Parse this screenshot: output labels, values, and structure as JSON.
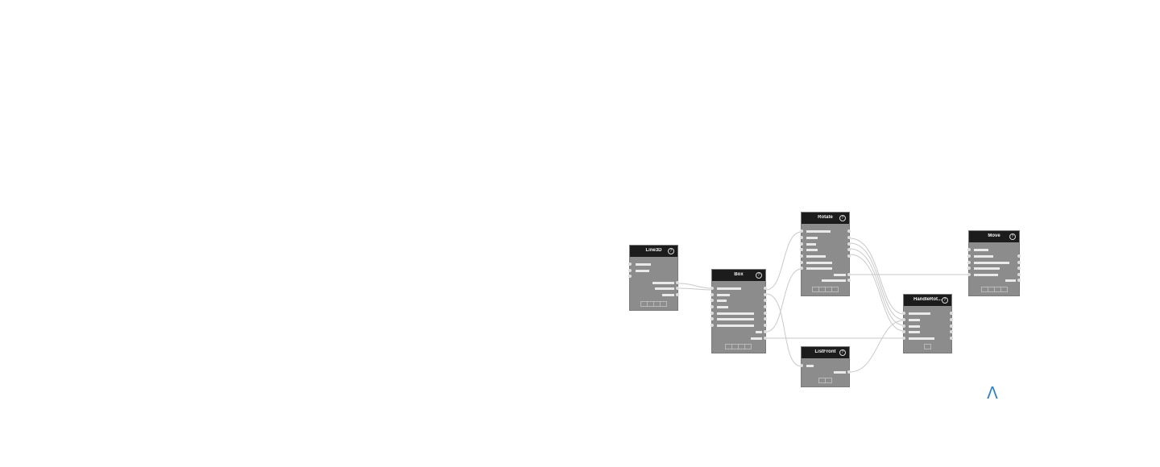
{
  "nodes": {
    "line3d": {
      "title": "Line3D",
      "help_icon": "help-icon"
    },
    "box": {
      "title": "Box",
      "help_icon": "help-icon"
    },
    "rotate": {
      "title": "Rotate",
      "help_icon": "help-icon"
    },
    "listfront": {
      "title": "ListFront",
      "help_icon": "help-icon"
    },
    "handlerot": {
      "title": "HandleRot...",
      "help_icon": "help-icon"
    },
    "move": {
      "title": "Move",
      "help_icon": "help-icon"
    }
  },
  "collapse_button": {
    "glyph": "Λ",
    "icon": "chevron-up-icon"
  },
  "colors": {
    "node_body": "#8c8c8c",
    "node_header": "#1c1c1c",
    "wire": "#c9c9c9",
    "accent": "#2f86c7"
  }
}
